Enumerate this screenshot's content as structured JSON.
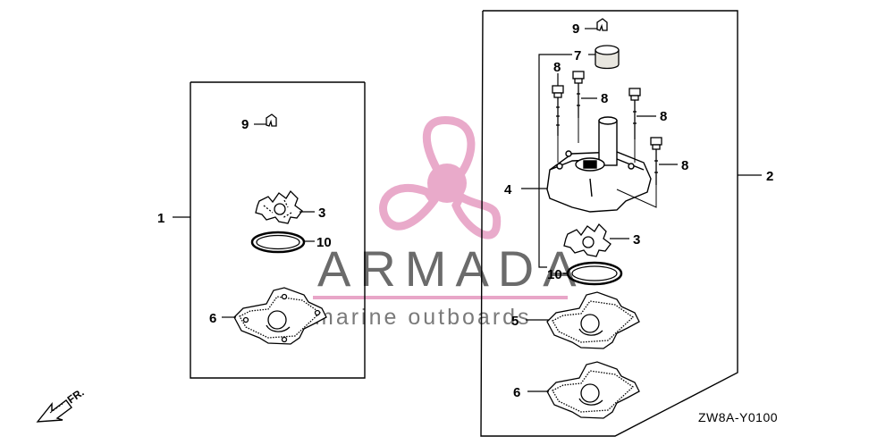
{
  "diagram": {
    "code": "ZW8A-Y0100",
    "direction_label": "FR."
  },
  "watermark": {
    "brand": "ARMADA",
    "tagline": "marine outboards",
    "accent": "#e8a6c8",
    "text_color": "#6b6b6b"
  },
  "callouts": {
    "kit1": "1",
    "kit2": "2",
    "left_9": "9",
    "left_3": "3",
    "left_10": "10",
    "left_6": "6",
    "right_9": "9",
    "right_7": "7",
    "right_8a": "8",
    "right_8b": "8",
    "right_8c": "8",
    "right_8d": "8",
    "right_4": "4",
    "right_3": "3",
    "right_10": "10",
    "right_5": "5",
    "right_6": "6"
  }
}
